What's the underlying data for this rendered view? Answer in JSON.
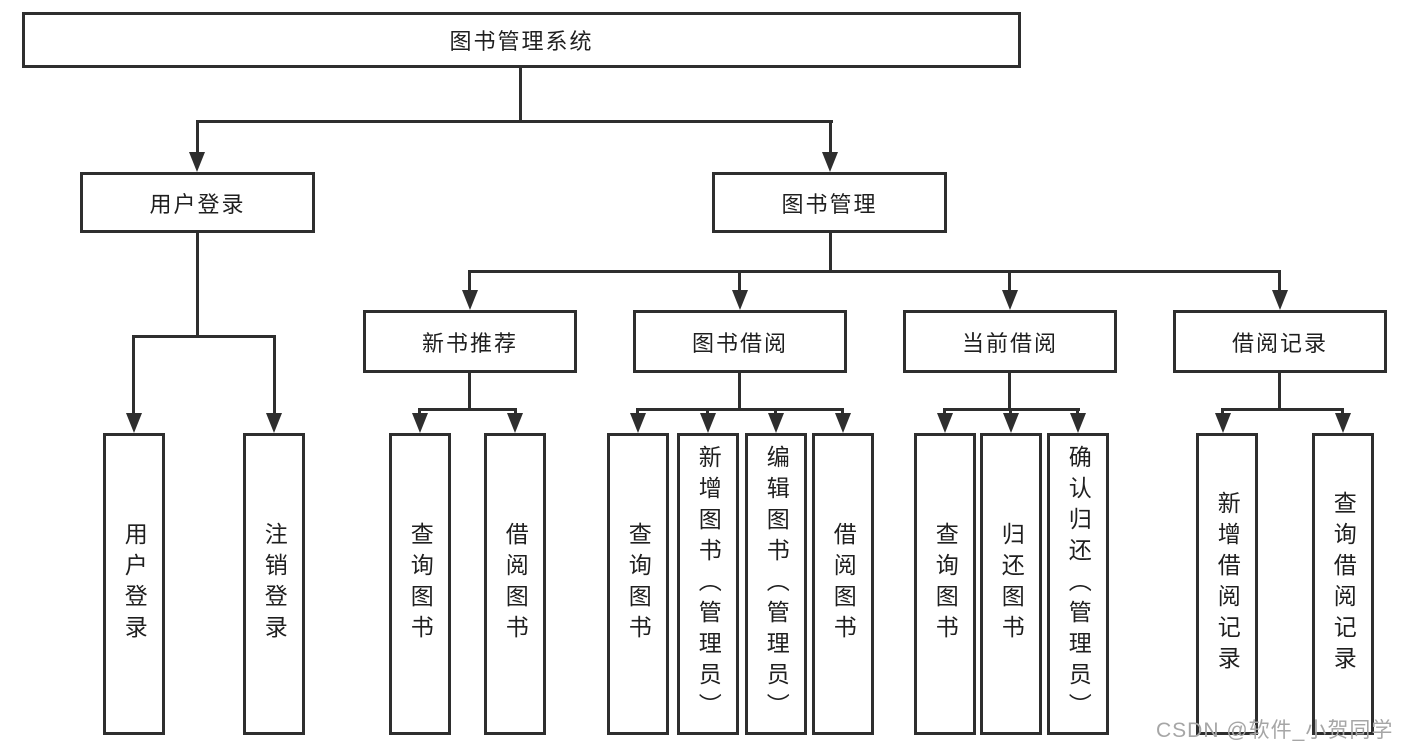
{
  "tree": {
    "root": {
      "label": "图书管理系统",
      "children": [
        {
          "label": "用户登录",
          "children": [
            {
              "label": "用户登录"
            },
            {
              "label": "注销登录"
            }
          ]
        },
        {
          "label": "图书管理",
          "children": [
            {
              "label": "新书推荐",
              "children": [
                {
                  "label": "查询图书"
                },
                {
                  "label": "借阅图书"
                }
              ]
            },
            {
              "label": "图书借阅",
              "children": [
                {
                  "label": "查询图书"
                },
                {
                  "label": "新增图书（管理员）"
                },
                {
                  "label": "编辑图书（管理员）"
                },
                {
                  "label": "借阅图书"
                }
              ]
            },
            {
              "label": "当前借阅",
              "children": [
                {
                  "label": "查询图书"
                },
                {
                  "label": "归还图书"
                },
                {
                  "label": "确认归还（管理员）"
                }
              ]
            },
            {
              "label": "借阅记录",
              "children": [
                {
                  "label": "新增借阅记录"
                },
                {
                  "label": "查询借阅记录"
                }
              ]
            }
          ]
        }
      ]
    }
  },
  "watermark": {
    "text": "CSDN @软件_小贺同学"
  },
  "colors": {
    "line": "#2e2e2e",
    "text": "#1f1f1f",
    "background": "#ffffff",
    "watermark": "#a6a6a6"
  }
}
